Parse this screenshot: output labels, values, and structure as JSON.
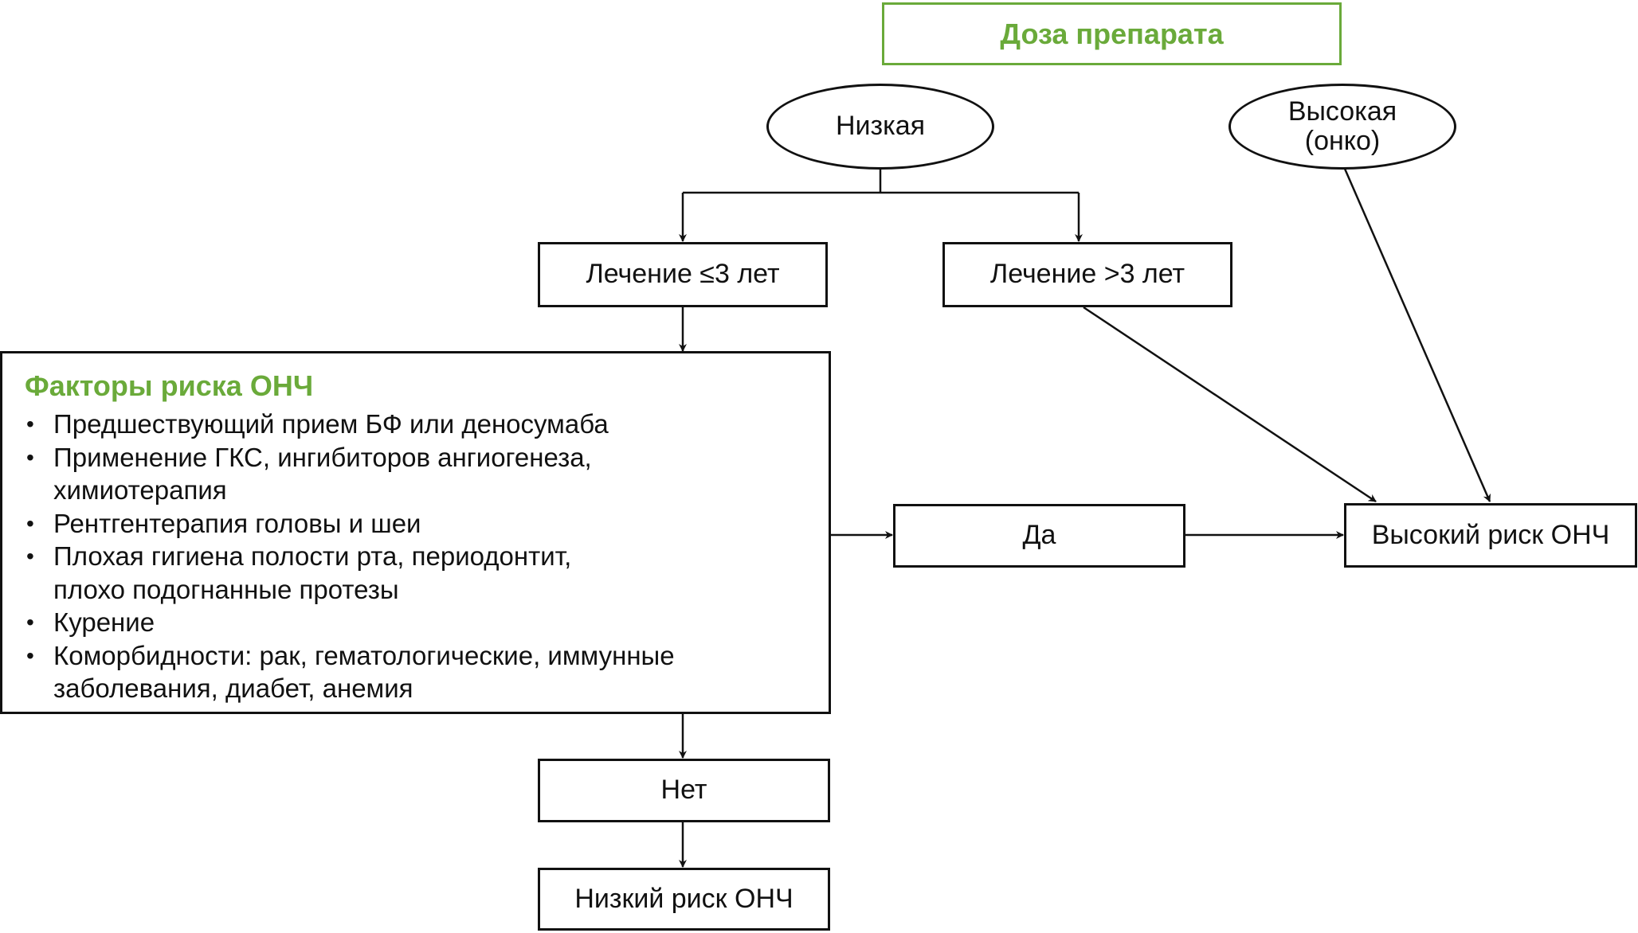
{
  "title": "Доза препарата",
  "dose_low": "Низкая",
  "dose_high": [
    "Высокая",
    "(онко)"
  ],
  "treatment_short": "Лечение ≤3 лет",
  "treatment_long": "Лечение >3 лет",
  "risk_factors": {
    "title": "Факторы риска ОНЧ",
    "items": [
      [
        "Предшествующий прием БФ или деносумаба"
      ],
      [
        "Применение ГКС, ингибиторов ангиогенеза,",
        "химиотерапия"
      ],
      [
        "Рентгентерапия головы и шеи"
      ],
      [
        "Плохая гигиена полости рта, периодонтит,",
        "плохо подогнанные протезы"
      ],
      [
        "Курение"
      ],
      [
        "Коморбидности: рак, гематологические, иммунные",
        "заболевания, диабет, анемия"
      ]
    ]
  },
  "yes": "Да",
  "no": "Нет",
  "high_risk": "Высокий риск ОНЧ",
  "low_risk": "Низкий риск ОНЧ",
  "colors": {
    "accent": "#6aaa3a",
    "stroke": "#111111"
  }
}
